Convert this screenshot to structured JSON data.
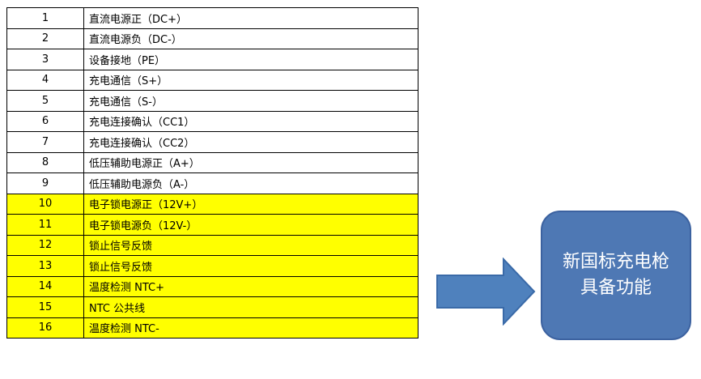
{
  "pin_table": {
    "rows": [
      {
        "num": "1",
        "desc": "直流电源正（DC+）",
        "highlight": false
      },
      {
        "num": "2",
        "desc": "直流电源负（DC-）",
        "highlight": false
      },
      {
        "num": "3",
        "desc": "设备接地（PE）",
        "highlight": false
      },
      {
        "num": "4",
        "desc": "充电通信（S+）",
        "highlight": false
      },
      {
        "num": "5",
        "desc": "充电通信（S-）",
        "highlight": false
      },
      {
        "num": "6",
        "desc": "充电连接确认（CC1）",
        "highlight": false
      },
      {
        "num": "7",
        "desc": "充电连接确认（CC2）",
        "highlight": false
      },
      {
        "num": "8",
        "desc": "低压辅助电源正（A+）",
        "highlight": false
      },
      {
        "num": "9",
        "desc": "低压辅助电源负（A-）",
        "highlight": false
      },
      {
        "num": "10",
        "desc": "电子锁电源正（12V+）",
        "highlight": true
      },
      {
        "num": "11",
        "desc": "电子锁电源负（12V-）",
        "highlight": true
      },
      {
        "num": "12",
        "desc": "锁止信号反馈",
        "highlight": true
      },
      {
        "num": "13",
        "desc": "锁止信号反馈",
        "highlight": true
      },
      {
        "num": "14",
        "desc": "温度检测 NTC+",
        "highlight": true
      },
      {
        "num": "15",
        "desc": "NTC 公共线",
        "highlight": true
      },
      {
        "num": "16",
        "desc": "温度检测 NTC-",
        "highlight": true
      }
    ],
    "highlight_color": "#ffff00"
  },
  "arrow": {
    "icon": "right-arrow-icon",
    "color": "#4f81bd"
  },
  "feature_box": {
    "line1": "新国标充电枪",
    "line2": "具备功能",
    "color": "#4e78b4"
  }
}
